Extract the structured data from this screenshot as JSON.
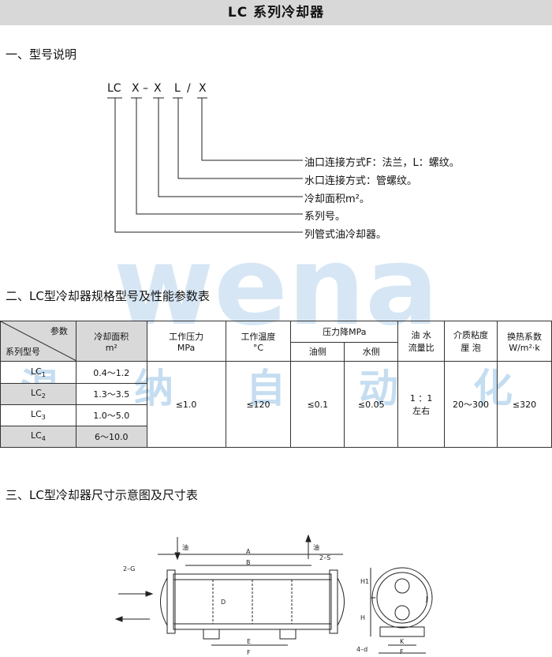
{
  "page_title": "LC 系列冷却器",
  "section1": {
    "heading": "一、型号说明",
    "code": {
      "lc": "LC",
      "x1": "X",
      "dash": "–",
      "x2": "X",
      "l": "L",
      "slash": "/",
      "x3": "X"
    },
    "descriptions": [
      "油口连接方式F：法兰，L：螺纹。",
      "水口连接方式：管螺纹。",
      "冷却面积m²。",
      "系列号。",
      "列管式油冷却器。"
    ]
  },
  "section2": {
    "heading": "二、LC型冷却器规格型号及性能参数表",
    "watermark_latin": "wena",
    "watermark_chars": [
      "温",
      "纳",
      "自",
      "动",
      "化"
    ],
    "table": {
      "corner_top": "参数",
      "corner_bottom": "系列型号",
      "area_label": "冷却面积",
      "area_unit": "m²",
      "pressure_label": "工作压力",
      "pressure_unit": "MPa",
      "temp_label": "工作温度",
      "temp_unit": "°C",
      "drop_label": "压力降MPa",
      "drop_oil": "油侧",
      "drop_water": "水侧",
      "ratio_label_1": "油  水",
      "ratio_label_2": "流量比",
      "visc_label_1": "介质粘度",
      "visc_label_2": "厘  泡",
      "heat_label_1": "换热系数",
      "heat_label_2": "W/m²·k",
      "rows": [
        {
          "model": "LC",
          "sub": "1",
          "area": "0.4～1.2"
        },
        {
          "model": "LC",
          "sub": "2",
          "area": "1.3～3.5"
        },
        {
          "model": "LC",
          "sub": "3",
          "area": "1.0～5.0"
        },
        {
          "model": "LC",
          "sub": "4",
          "area": "6～10.0"
        }
      ],
      "pressure": "≤1.0",
      "temp": "≤120",
      "oil_drop": "≤0.1",
      "water_drop": "≤0.05",
      "ratio_1": "1 ：1",
      "ratio_2": "左右",
      "viscosity": "20～300",
      "heat": "≤320"
    }
  },
  "section3": {
    "heading": "三、LC型冷却器尺寸示意图及尺寸表",
    "labels": {
      "oil_in": "油",
      "oil_out": "油",
      "A": "A",
      "B": "B",
      "G": "2–G",
      "S": "2–S",
      "D": "D",
      "E": "E",
      "F1": "F",
      "H1": "H1",
      "H": "H",
      "J": "J",
      "K": "K",
      "F2": "F",
      "d": "4–d"
    }
  }
}
